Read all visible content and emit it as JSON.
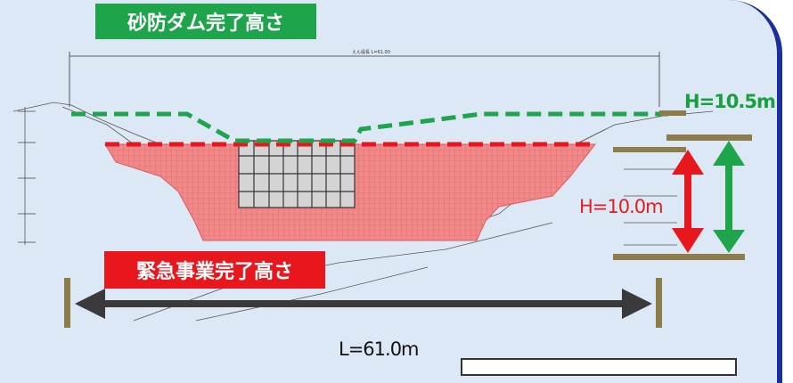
{
  "labels": {
    "dam_completion_height": "砂防ダム完了高さ",
    "emergency_completion_height": "緊急事業完了高さ"
  },
  "dimensions": {
    "dam_height": "H=10.5m",
    "emergency_height": "H=10.0m",
    "width": "L=61.0m"
  },
  "drawing_notes": {
    "total_length": "えん堤長 L=61.00"
  },
  "colors": {
    "dam_green": "#1ea44a",
    "emergency_red": "#e8171d",
    "fill_red": "#f08a8a",
    "panel_bg": "#dde8f6",
    "border_blue": "#1a2f9a",
    "arrow_gray": "#3a3a3a",
    "bar_brown": "#8c7d4a"
  }
}
